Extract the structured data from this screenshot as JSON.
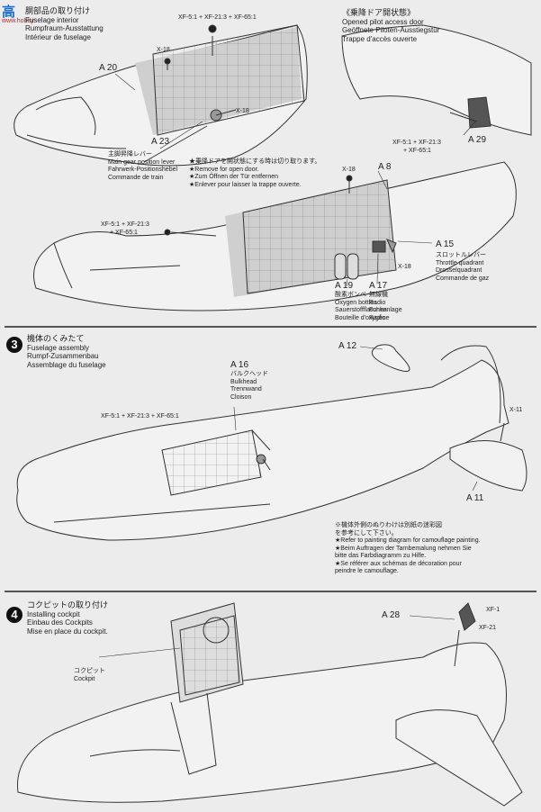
{
  "watermark": {
    "mark": "高",
    "site": "www.hobby"
  },
  "step2": {
    "heading": [
      "胴部品の取り付け",
      "Fuselage interior",
      "Rumpfraum-Ausstattung",
      "Intérieur de fuselage"
    ],
    "paint_top": "XF-5:1 + XF-21:3 + XF-65:1",
    "paint_left": [
      "XF-5:1 + XF-21:3",
      "+ XF-65:1"
    ],
    "paint_right": [
      "XF-5:1 + XF-21:3",
      "+ XF-65:1"
    ],
    "parts": {
      "a20": "A 20",
      "a23": "A 23",
      "a8": "A 8",
      "a29": "A 29",
      "a15": "A 15",
      "a19": "A 19",
      "a17": "A 17"
    },
    "x18": "X-18",
    "a23_label": [
      "主脚昇降レバー",
      "Main gear position lever",
      "Fahrwerk-Positionshebel",
      "Commande de train"
    ],
    "door_heading": [
      "《乗降ドア開状態》",
      "Opened pilot access door",
      "Geöffnete Piloten-Ausstiegstür",
      "Trappe d'accès ouverte"
    ],
    "remove_note": [
      "★乗降ドアを開状態にする時は切り取ります。",
      "★Remove for open door.",
      "★Zum Öffnen der Tür entfernen",
      "★Enlever pour laisser la trappe ouverte."
    ],
    "a15_label": [
      "スロットルレバー",
      "Throttle quadrant",
      "Drosselquadrant",
      "Commande de gaz"
    ],
    "a19_label": [
      "酸素ボンベ",
      "Oxygen bottles",
      "Sauerstoffflaschen",
      "Bouteille d'oxygène"
    ],
    "a17_label": [
      "無線機",
      "Radio",
      "Funkanlage",
      "Radio"
    ]
  },
  "step3": {
    "number": "3",
    "heading": [
      "機体のくみたて",
      "Fuselage assembly",
      "Rumpf-Zusammenbau",
      "Assemblage du fuselage"
    ],
    "parts": {
      "a12": "A 12",
      "a16": "A 16",
      "a11": "A 11"
    },
    "a16_label": [
      "バルクヘッド",
      "Bulkhead",
      "Trennwand",
      "Cloison"
    ],
    "paint": "XF-5:1 + XF-21:3 + XF-65:1",
    "x11": "X-11",
    "note": [
      "※機体外側のぬりわけは別紙の迷彩図",
      "を参考にして下さい。",
      "★Refer to painting diagram for camouflage painting.",
      "★Beim Auftragen der Tarnbemalung nehmen Sie",
      "bitte das Farbdiagramm zu Hilfe.",
      "★Se référer aux schémas de décoration pour",
      "peindre le camouflage."
    ]
  },
  "step4": {
    "number": "4",
    "heading": [
      "コクピットの取り付け",
      "Installing cockpit",
      "Einbau des Cockpits",
      "Mise en place du cockpit."
    ],
    "parts": {
      "a28": "A 28"
    },
    "paint1": "XF-1",
    "paint2": "XF-21",
    "cockpit_label": [
      "コクピット",
      "Cockpit"
    ]
  }
}
